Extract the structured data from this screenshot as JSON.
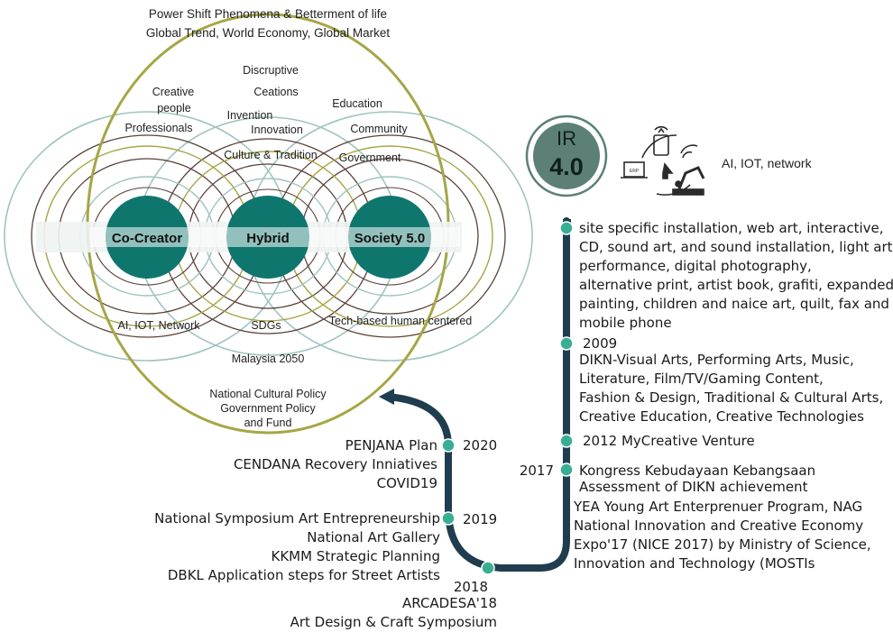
{
  "top_text": {
    "line1": "Power Shift Phenomena & Betterment of life",
    "line2": "Global Trend, World Economy, Global Market"
  },
  "inner_labels": {
    "disruptive": "Discruptive",
    "creations": "Ceations",
    "creative": "Creative",
    "people": "people",
    "professionals": "Professionals",
    "invention": "Invention",
    "innovation": "Innovation",
    "education": "Education",
    "community": "Community",
    "culture": "Culture & Tradition",
    "government": "Government",
    "ai_network": "AI, IOT, Network",
    "sdgs": "SDGs",
    "tech_based": "Tech-based human centered",
    "malaysia": "Malaysia 2050",
    "policy1": "National Cultural Policy",
    "policy2": "Government Policy",
    "policy3": "and Fund"
  },
  "hubs": {
    "left": "Co-Creator",
    "center": "Hybrid",
    "right": "Society 5.0"
  },
  "ir": {
    "label": "IR",
    "version": "4.0",
    "tagline": "AI, IOT, network",
    "erp_label": "ERP"
  },
  "timeline": {
    "top_items": [
      "site specific installation, web art, interactive,",
      "CD, sound art, and sound installation, light art,",
      "performance, digital photography,",
      "alternative print, artist book, grafiti, expanded",
      "painting, children and naice art, quilt, fax and",
      "mobile phone"
    ],
    "y2009": "2009",
    "y2009_items": [
      "DIKN-Visual Arts, Performing Arts, Music,",
      "Literature, Film/TV/Gaming Content,",
      "Fashion & Design, Traditional & Cultural Arts,",
      "Creative Education, Creative Technologies"
    ],
    "y2012": "2012 MyCreative Venture",
    "y2017": "2017",
    "y2017_items": [
      "Kongress Kebudayaan Kebangsaan",
      "Assessment of DIKN achievement",
      "YEA Young Art Enterprenuer Program, NAG",
      "National Innovation and Creative Economy",
      "Expo'17 (NICE 2017) by Ministry of Science,",
      "Innovation and Technology (MOSTIs"
    ],
    "y2018": "2018",
    "y2018_items": [
      "ARCADESA'18",
      "Art Design & Craft Symposium"
    ],
    "y2019": "2019",
    "y2019_items": [
      "National Symposium Art Entrepreneurship",
      "National Art Gallery",
      "KKMM Strategic Planning",
      "DBKL Application steps for Street Artists"
    ],
    "y2020": "2020",
    "y2020_items": [
      "PENJANA Plan",
      "CENDANA Recovery Inniatives",
      "COVID19"
    ]
  },
  "colors": {
    "teal": "#0f766e",
    "teal_dark": "#0b5f58",
    "olive": "#a6a646",
    "sage": "#9ec4bf",
    "brown": "#5a4038",
    "navy": "#1f3d4f",
    "node": "#3aae93",
    "ir_fill": "#5c8076"
  }
}
